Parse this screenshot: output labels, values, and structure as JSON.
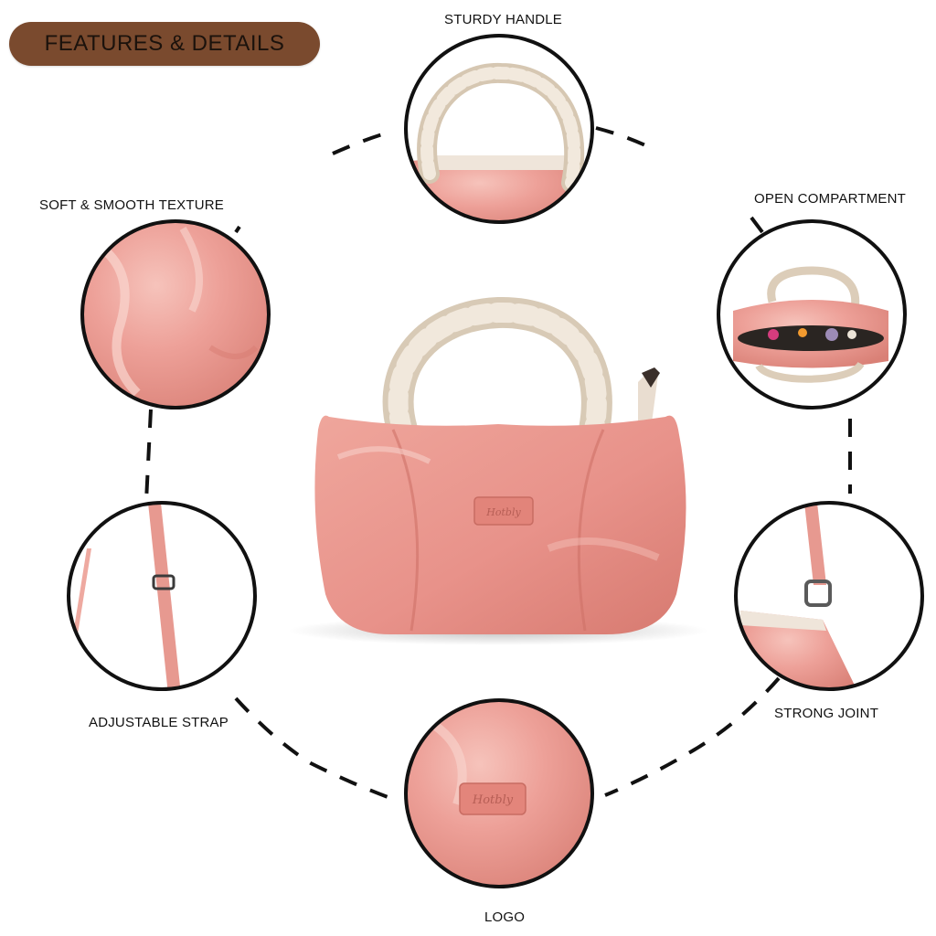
{
  "header": {
    "title": "FEATURES & DETAILS"
  },
  "features": {
    "handle": "STURDY HANDLE",
    "texture": "SOFT & SMOOTH TEXTURE",
    "compartment": "OPEN COMPARTMENT",
    "strap": "ADJUSTABLE STRAP",
    "joint": "STRONG JOINT",
    "logo": "LOGO"
  },
  "product": {
    "logo_text": "Hotbly"
  },
  "colors": {
    "header_bg": "#7a4a2e",
    "bag_pink": "#e8938a",
    "bag_pink_light": "#f2b2a9",
    "handle_cream": "#e8dccb",
    "ring_dash": "#111111"
  }
}
